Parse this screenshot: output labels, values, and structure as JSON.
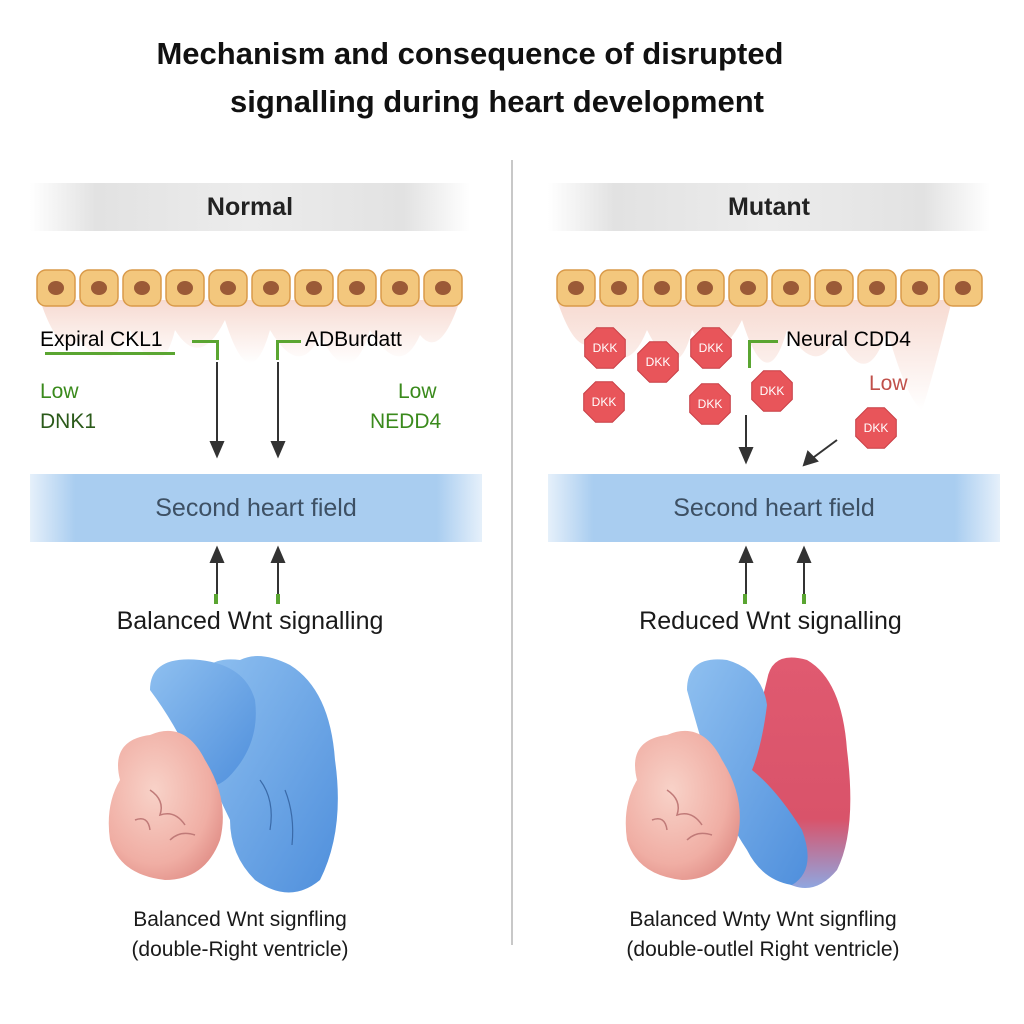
{
  "title": {
    "line1": "Mechanism and consequence of disrupted",
    "line2": "signalling during heart development"
  },
  "normal": {
    "header": "Normal",
    "label_top_left": "Expiral CKL1",
    "label_top_right": "ADBurdatt",
    "label_low_left_1": "Low",
    "label_low_left_2": "DNK1",
    "label_low_right_1": "Low",
    "label_low_right_2": "NEDD4",
    "field": "Second heart field",
    "signalling": "Balanced Wnt signalling",
    "caption_1": "Balanced Wnt signfling",
    "caption_2": "(double-Right ventricle)"
  },
  "mutant": {
    "header": "Mutant",
    "dkk_label": "DKK",
    "label_right": "Neural CDD4",
    "label_low": "Low",
    "field": "Second heart field",
    "signalling": "Reduced Wnt signalling",
    "caption_1": "Balanced Wnty Wnt signfling",
    "caption_2": "(double-outlel Right ventricle)"
  },
  "colors": {
    "cell_fill": "#f3c77d",
    "nucleus": "#9b5a37",
    "field_blue": "#a9cdf0",
    "label_green": "#3a8a1c",
    "dkk_red": "#e8555a",
    "vessel_blue": "#6aa6e6",
    "vessel_red": "#d9536a",
    "chamber_pink": "#f2b2a8"
  }
}
